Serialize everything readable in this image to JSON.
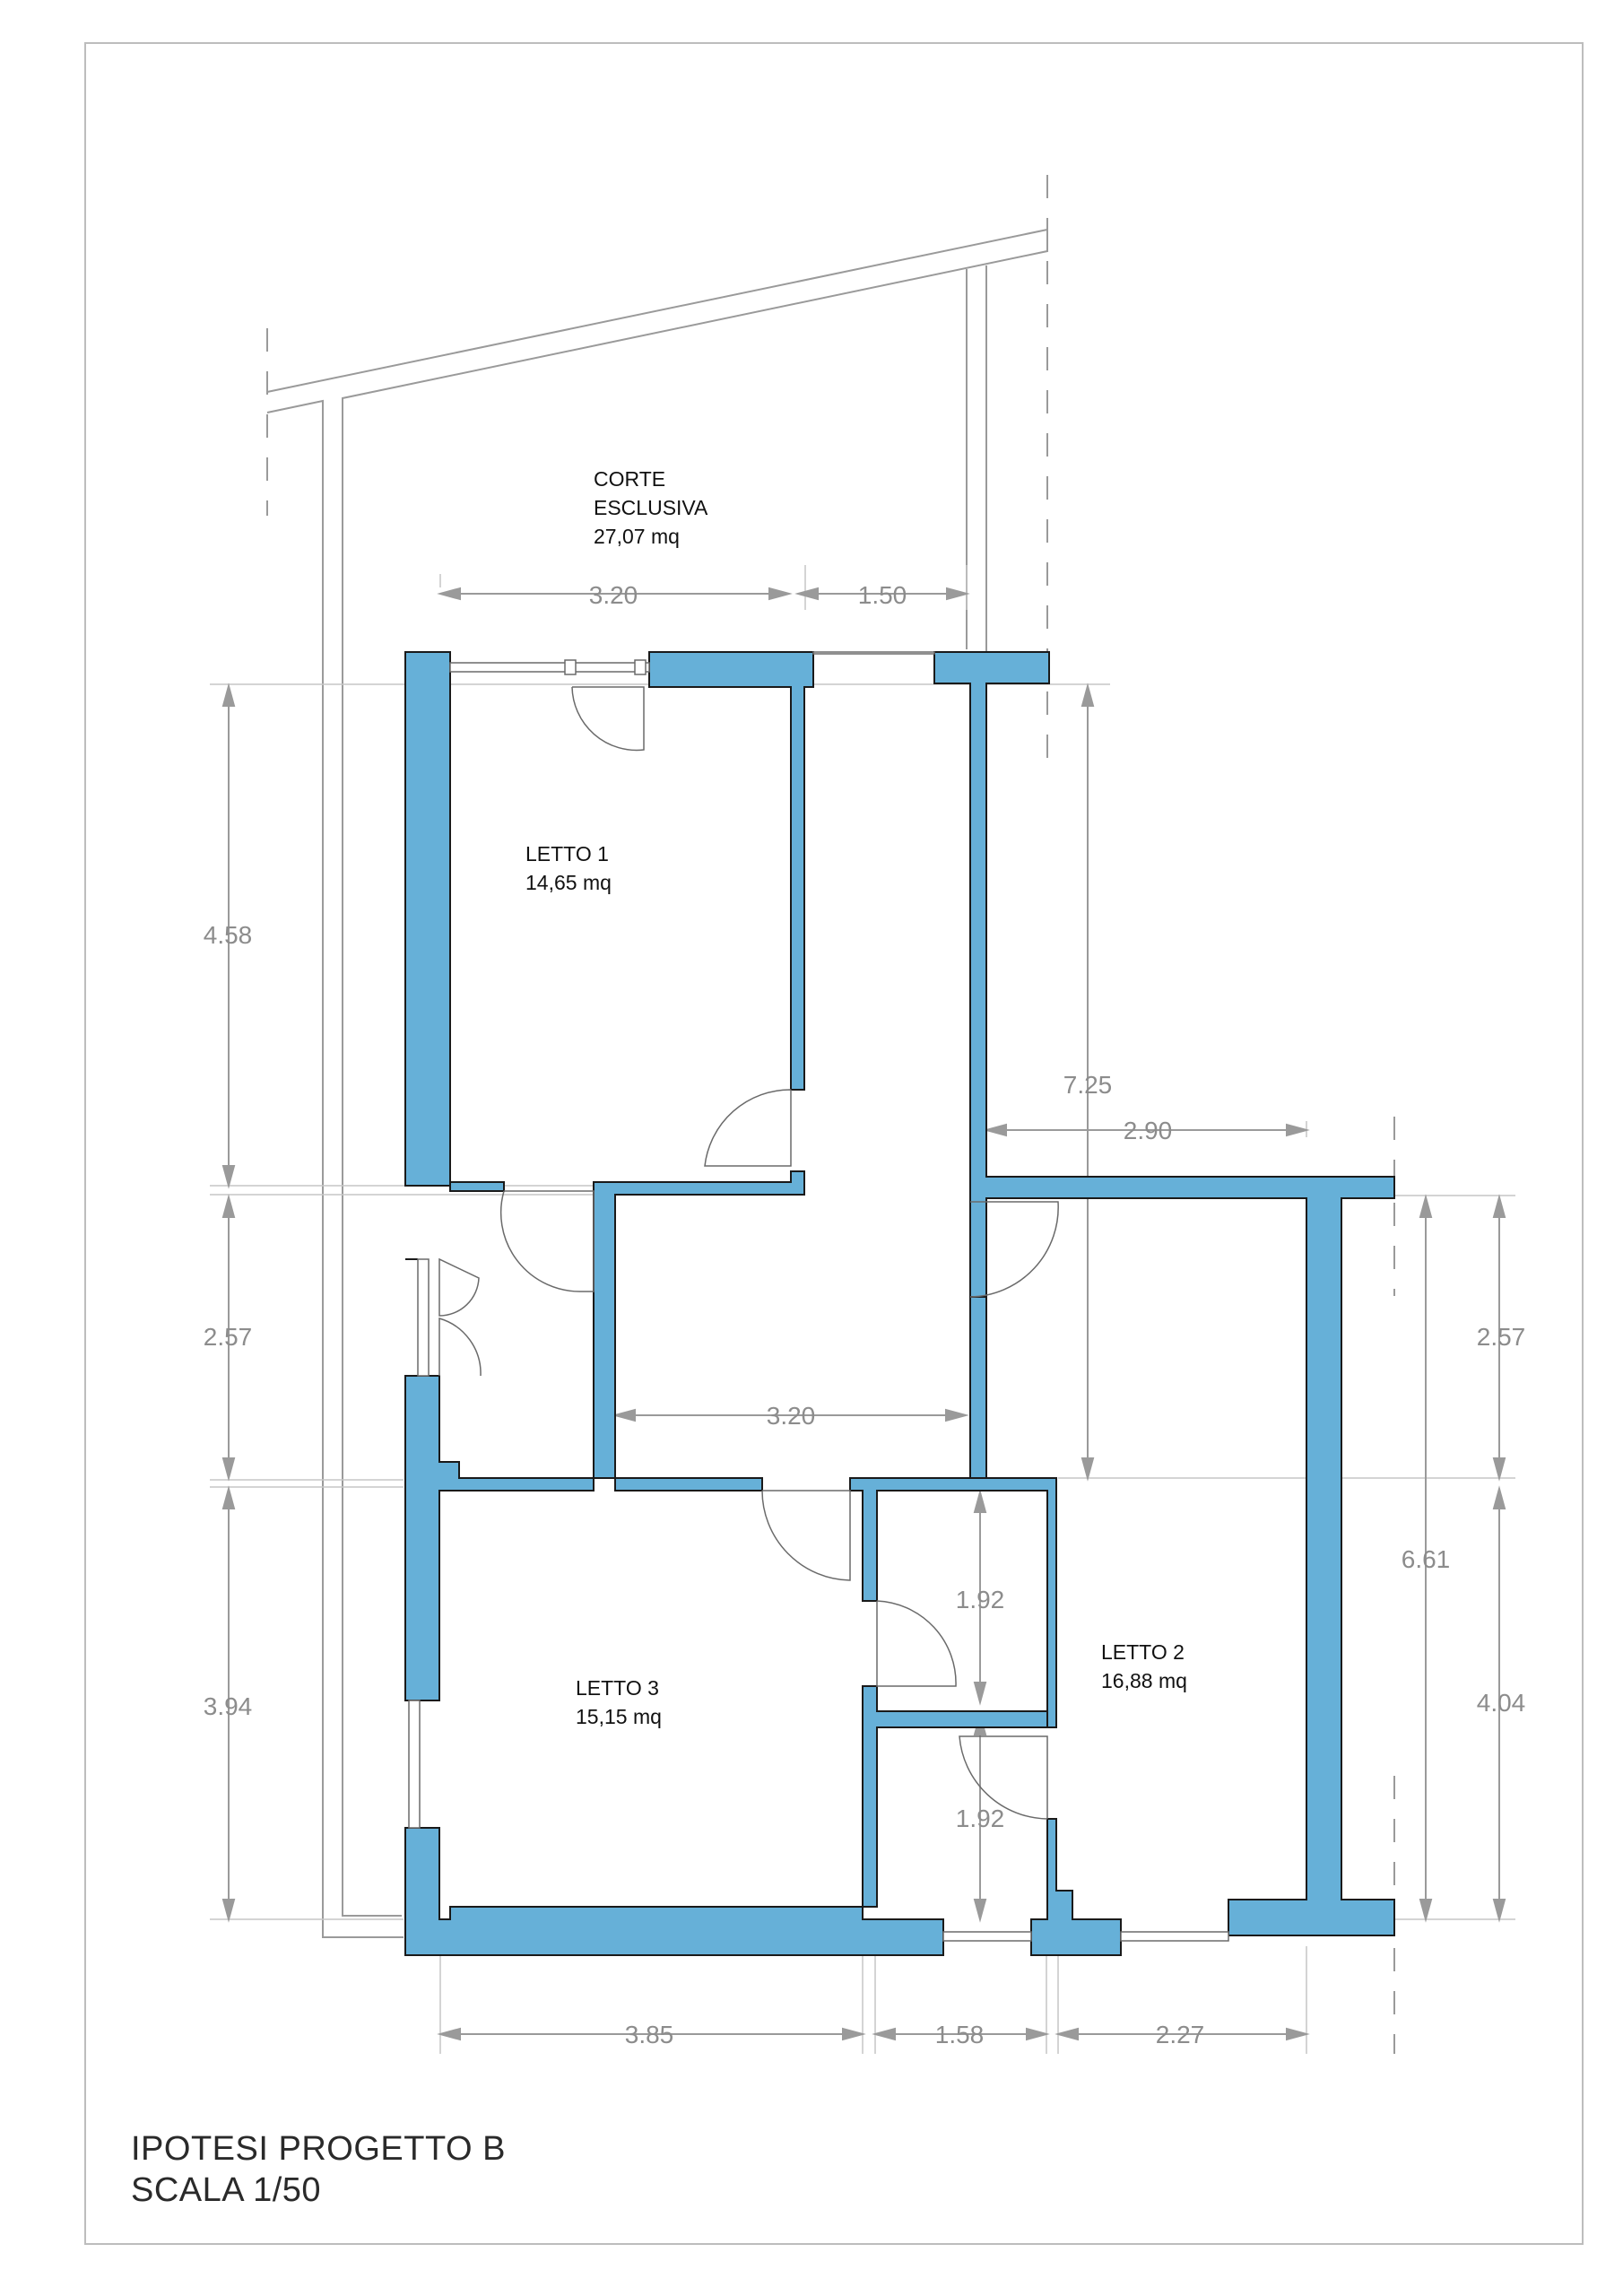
{
  "title": {
    "line1": "IPOTESI PROGETTO B",
    "line2": "SCALA 1/50"
  },
  "rooms": {
    "corte": {
      "line1": "CORTE",
      "line2": "ESCLUSIVA",
      "area": "27,07 mq"
    },
    "letto1": {
      "name": "LETTO 1",
      "area": "14,65 mq"
    },
    "letto2": {
      "name": "LETTO 2",
      "area": "16,88 mq"
    },
    "letto3": {
      "name": "LETTO 3",
      "area": "15,15 mq"
    }
  },
  "dimensions": {
    "top_left": "3.20",
    "top_right": "1.50",
    "left_upper": "4.58",
    "left_middle": "2.57",
    "left_lower": "3.94",
    "corridor_height": "7.25",
    "step_width": "2.90",
    "corridor_width": "3.20",
    "right_upper": "2.57",
    "right_total": "6.61",
    "right_lower": "4.04",
    "bath_upper": "1.92",
    "bath_lower": "1.92",
    "bottom_left": "3.85",
    "bottom_middle": "1.58",
    "bottom_right": "2.27"
  },
  "colors": {
    "wall_fill": "#66b0d8",
    "wall_stroke": "#1a1a1a",
    "dimension": "#8c8c8c",
    "frame": "#bdbdbd"
  }
}
